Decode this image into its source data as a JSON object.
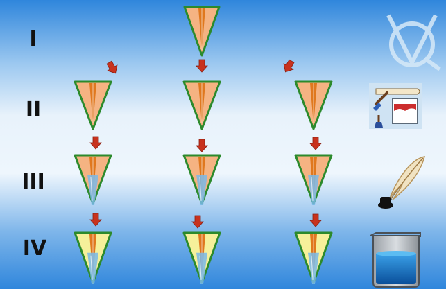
{
  "stages": [
    {
      "label": "I"
    },
    {
      "label": "II"
    },
    {
      "label": "III"
    },
    {
      "label": "IV"
    }
  ],
  "icons": [
    "vq-monogram-logo-icon",
    "paint-tools-icon",
    "quill-inkwell-icon",
    "ink-beaker-icon"
  ],
  "colors": {
    "background_top": "#2f86dc",
    "background_mid": "#e8f2fb",
    "background_bottom": "#2f86dc",
    "wedge_peach": "#f5b382",
    "wedge_yellow": "#f6f09a",
    "wedge_border": "#2c8a2c",
    "core_orange": "#e0781e",
    "ink_blue": "#7ab8e8",
    "arrow_red": "#c8321e"
  }
}
